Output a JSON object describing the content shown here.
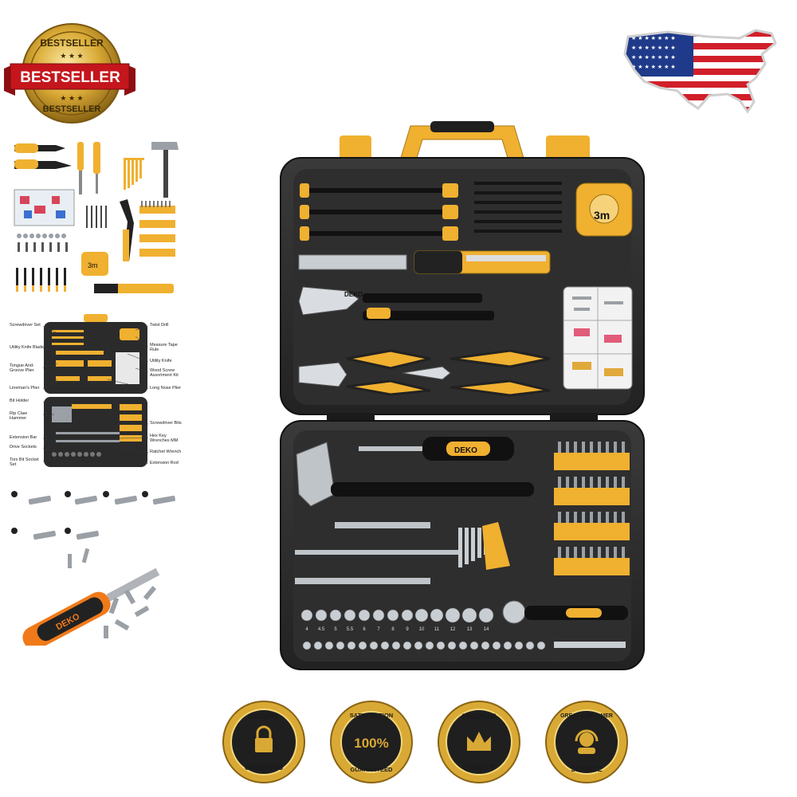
{
  "badge": {
    "top_text": "BESTSELLER",
    "ribbon_text": "BESTSELLER",
    "bottom_text": "BESTSELLER"
  },
  "main_case": {
    "brand_screwdriver": "DEKO",
    "brand_pliers": "DEKO",
    "tape_label": "3m",
    "socket_sizes_top": [
      "4",
      "4.5",
      "5",
      "5.5",
      "6",
      "7",
      "8",
      "9",
      "10",
      "11",
      "12",
      "13",
      "14"
    ]
  },
  "labeled_case": {
    "left_labels": [
      "Screwdriver Set",
      "Utility Knife Blade",
      "Tongue And-Groove Plier",
      "Lineman's Plier",
      "Bit Holder",
      "Rip Claw Hammer",
      "Extension Bar",
      "Drive Sockets",
      "Torx Bit Socket Set"
    ],
    "right_labels": [
      "Twist Drill",
      "Measure Tape Rule",
      "Utility Knife",
      "Wood Screw Assortment Kit",
      "Long Nose Plier",
      "Screwdriver Bits",
      "Hex Key Wrenches MM",
      "Ratchet Wrench",
      "Extension Rod"
    ]
  },
  "tools_grid": {
    "tape_label": "3m"
  },
  "screwdriver_brand": "DEKO",
  "seals": [
    {
      "line1": "SECURE",
      "line2": "ORDERING",
      "center": ""
    },
    {
      "line1": "SATISFACTION",
      "line2": "GUARANTEED",
      "center": "100%"
    },
    {
      "line1": "PREMIUM",
      "line2": "QUALITY",
      "center": ""
    },
    {
      "line1": "GREAT CUSTOMER",
      "line2": "SERVICE",
      "center": ""
    }
  ],
  "colors": {
    "gold": "#d9a935",
    "yellow": "#f0b030",
    "red": "#c4161c",
    "case": "#2b2b2b",
    "case_dark": "#1c1c1c",
    "flag_blue": "#1f3a8a",
    "flag_red": "#d11f2a"
  }
}
